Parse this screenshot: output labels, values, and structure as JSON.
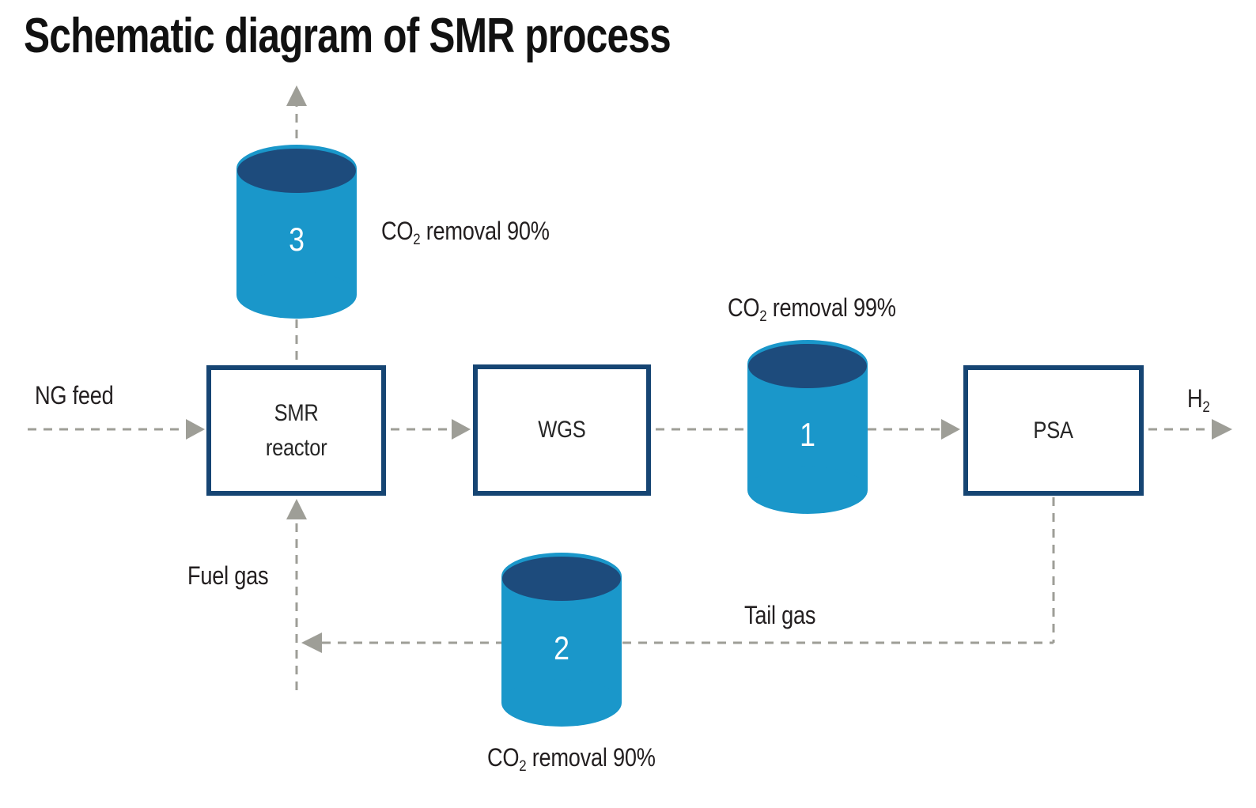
{
  "title": "Schematic diagram of SMR process",
  "process_boxes": {
    "smr": {
      "line1": "SMR",
      "line2": "reactor"
    },
    "wgs": {
      "label": "WGS"
    },
    "psa": {
      "label": "PSA"
    }
  },
  "capture_units": {
    "unit1": {
      "number": "1",
      "label": {
        "base": "CO",
        "sub": "2",
        "rest": " removal 99%"
      }
    },
    "unit2": {
      "number": "2",
      "label": {
        "base": "CO",
        "sub": "2",
        "rest": " removal 90%"
      }
    },
    "unit3": {
      "number": "3",
      "label": {
        "base": "CO",
        "sub": "2",
        "rest": " removal 90%"
      }
    }
  },
  "stream_labels": {
    "ng_feed": "NG feed",
    "h2": {
      "base": "H",
      "sub": "2"
    },
    "fuel_gas": "Fuel gas",
    "tail_gas": "Tail gas"
  },
  "colors": {
    "cylinder_body": "#1a97ca",
    "cylinder_top": "#1d4b7c",
    "box_border": "#164573",
    "dashed_line": "#9e9e97",
    "text": "#231f20"
  }
}
